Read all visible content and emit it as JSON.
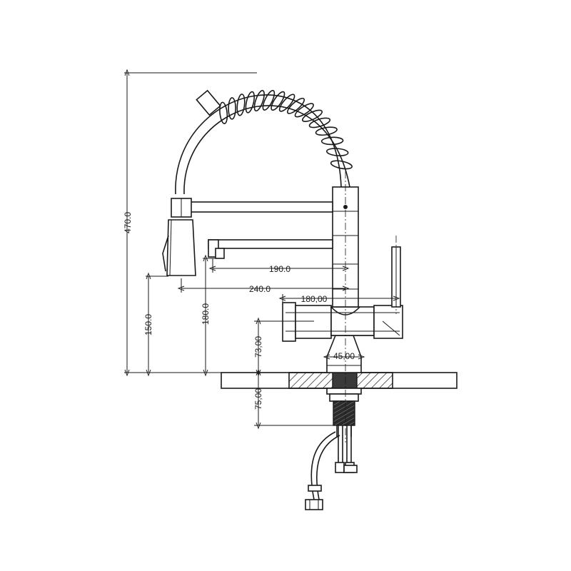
{
  "drawing": {
    "subject": "pull-down kitchen faucet technical drawing",
    "dimensions": {
      "total_height": "470.0",
      "spray_outlet_height": "150.0",
      "spout_outlet_height": "180.0",
      "spout_reach": "190.0",
      "spray_reach": "240.0",
      "handle_span": "180,00",
      "base_diameter": "45,00",
      "base_height": "73,00",
      "shank_length": "75,00"
    }
  }
}
